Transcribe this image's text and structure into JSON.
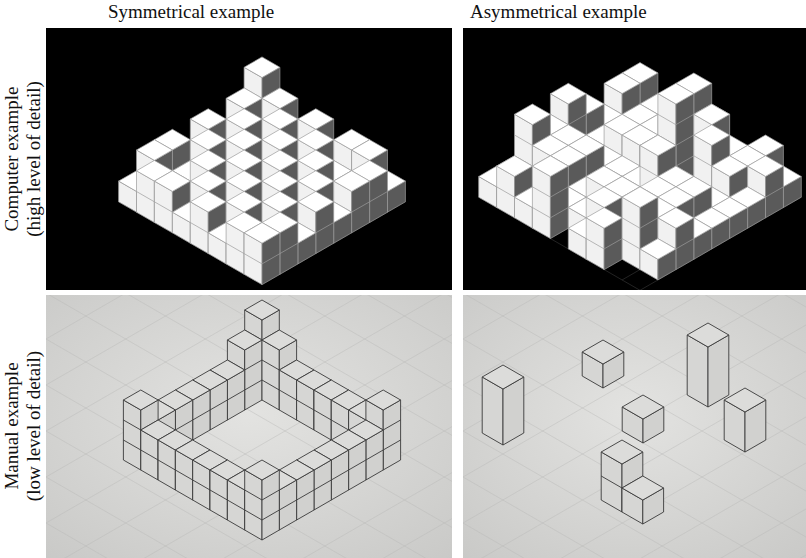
{
  "diagram": {
    "labels": [
      "Symmetrical example",
      "Asymmetrical example",
      "Computer example (high level of detail)",
      "Manual example (low level of detail)"
    ]
  }
}
